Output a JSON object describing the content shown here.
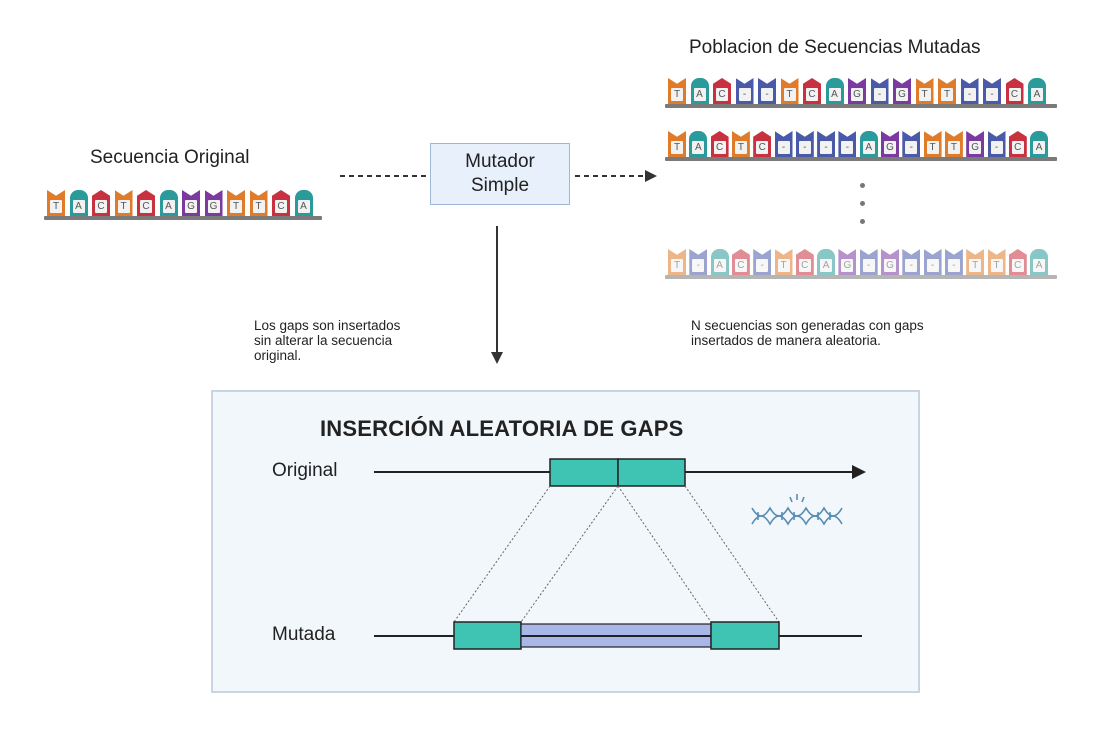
{
  "labels": {
    "original_title": "Secuencia Original",
    "population_title": "Poblacion de Secuencias Mutadas",
    "mutator_line1": "Mutador",
    "mutator_line2": "Simple",
    "note_left": [
      "Los gaps son insertados",
      "sin alterar la secuencia",
      "original."
    ],
    "note_right": [
      "N secuencias son generadas con gaps",
      "insertados de manera aleatoria."
    ],
    "panel_title": "INSERCIÓN ALEATORIA DE GAPS",
    "row_original": "Original",
    "row_mutada": "Mutada"
  },
  "colors": {
    "T": "#e07b2a",
    "A": "#2a9a9a",
    "C": "#c8313f",
    "G": "#7b3aa0",
    "-": "#4a5aa8",
    "segment": "#3fc4b3",
    "gap": "#a9b6e8",
    "panel_bg": "#f2f7fb",
    "mutator_bg": "#e7f0fb"
  },
  "sequences": {
    "original": [
      "T",
      "A",
      "C",
      "T",
      "C",
      "A",
      "G",
      "G",
      "T",
      "T",
      "C",
      "A"
    ],
    "mutated": [
      [
        "T",
        "A",
        "C",
        "-",
        "-",
        "T",
        "C",
        "A",
        "G",
        "-",
        "G",
        "T",
        "T",
        "-",
        "-",
        "C",
        "A"
      ],
      [
        "T",
        "A",
        "C",
        "T",
        "C",
        "-",
        "-",
        "-",
        "-",
        "A",
        "G",
        "-",
        "T",
        "T",
        "G",
        "-",
        "C",
        "A"
      ],
      [
        "T",
        "-",
        "A",
        "C",
        "-",
        "T",
        "C",
        "A",
        "G",
        "-",
        "G",
        "-",
        "-",
        "-",
        "T",
        "T",
        "C",
        "A"
      ]
    ]
  },
  "icons": {
    "dna": "dna-helix-icon"
  }
}
